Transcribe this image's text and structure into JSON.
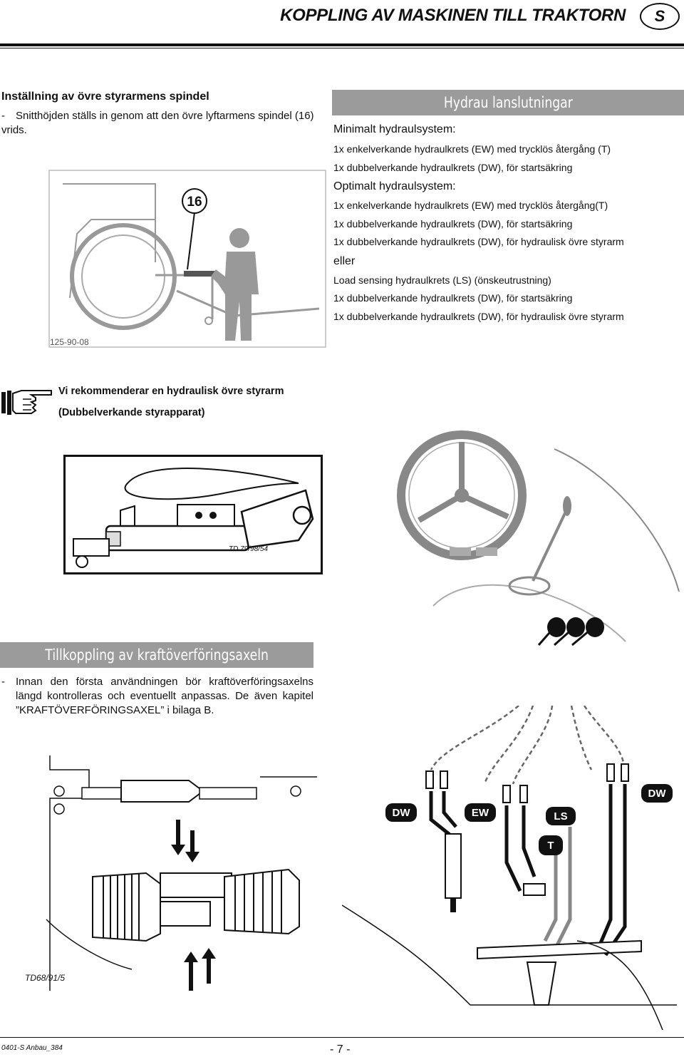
{
  "header": {
    "title": "KOPPLING AV MASKINEN TILL TRAKTORN",
    "lang": "S"
  },
  "spindle": {
    "heading": "Inställning av övre styrarmens spindel",
    "dash": "-",
    "line1": "Snitthöjden ställs in genom att den övre lyftarmens spindel (16)",
    "line2": "vrids.",
    "callout": "16",
    "fig_code": "125-90-08"
  },
  "hydraulics": {
    "title": "Hydrau lanslutningar",
    "min_heading": "Minimalt hydraulsystem:",
    "min_items": [
      "1x enkelverkande hydraulkrets (EW) med trycklös återgång (T)",
      "1x dubbelverkande hydraulkrets (DW), för startsäkring"
    ],
    "opt_heading": "Optimalt hydraulsystem:",
    "opt_items": [
      "1x enkelverkande hydraulkrets (EW) med trycklös återgång(T)",
      "1x dubbelverkande hydraulkrets (DW), för startsäkring",
      "1x dubbelverkande hydraulkrets (DW), för hydraulisk övre styrarm"
    ],
    "or": "eller",
    "ls_items": [
      "Load sensing hydraulkrets (LS)  (önskeutrustning)",
      "1x dubbelverkande hydraulkrets (DW), för startsäkring",
      "1x dubbelverkande hydraulkrets (DW), för hydraulisk övre styrarm"
    ]
  },
  "tip": {
    "line1": "Vi rekommenderar en hydraulisk övre styrarm",
    "line2": "(Dubbelverkande styrapparat)",
    "fig_code": "TD 79/98/54"
  },
  "pto": {
    "title": "Tillkoppling av kraftöverföringsaxeln",
    "dash": "-",
    "text": "Innan den första användningen bör kraftöverföringsaxelns längd kontrolleras och eventuellt anpassas. De även kapitel ”KRAFTÖVERFÖRINGSAXEL” i bilaga B.",
    "fig_code": "TD68/91/5"
  },
  "hydro_diagram": {
    "tags": [
      "DW",
      "EW",
      "LS",
      "T",
      "DW"
    ]
  },
  "footer": {
    "code": "0401-S Anbau_384",
    "page": "- 7 -"
  }
}
